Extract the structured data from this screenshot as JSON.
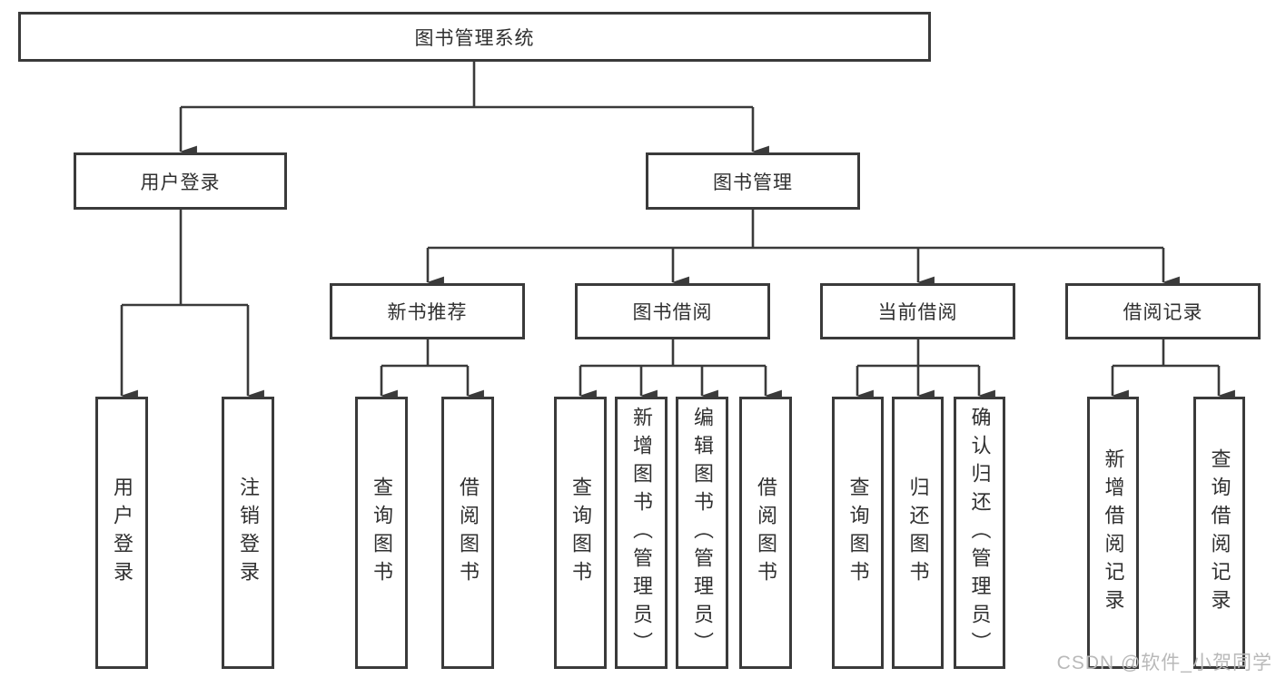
{
  "tree": {
    "root": "图书管理系统",
    "branches": [
      {
        "label": "用户登录",
        "children": [
          "用户登录",
          "注销登录"
        ]
      },
      {
        "label": "图书管理",
        "children": [
          {
            "label": "新书推荐",
            "children": [
              "查询图书",
              "借阅图书"
            ]
          },
          {
            "label": "图书借阅",
            "children": [
              "查询图书",
              "新增图书（管理员）",
              "编辑图书（管理员）",
              "借阅图书"
            ]
          },
          {
            "label": "当前借阅",
            "children": [
              "查询图书",
              "归还图书",
              "确认归还（管理员）"
            ]
          },
          {
            "label": "借阅记录",
            "children": [
              "新增借阅记录",
              "查询借阅记录"
            ]
          }
        ]
      }
    ]
  },
  "watermark": "CSDN @软件_小贺同学",
  "colors": {
    "line": "#3a3a3a",
    "box_border": "#3a3a3a",
    "text": "#303030",
    "watermark": "#b9b9b9",
    "background": "#ffffff"
  }
}
